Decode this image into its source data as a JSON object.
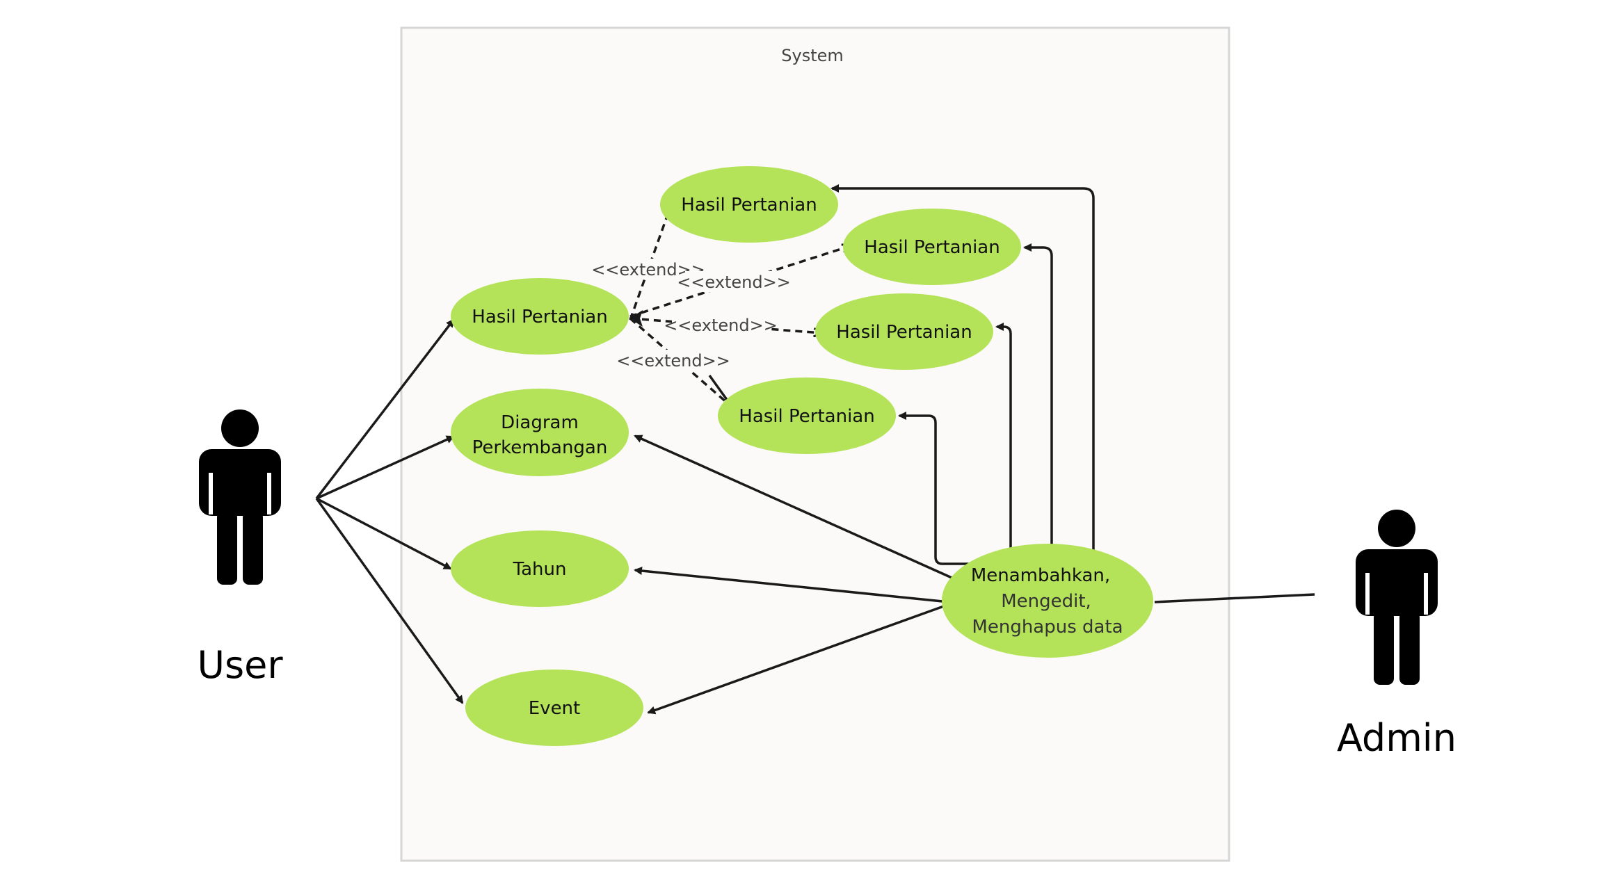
{
  "system": {
    "title": "System"
  },
  "actors": {
    "user": {
      "label": "User"
    },
    "admin": {
      "label": "Admin"
    }
  },
  "use_cases": {
    "hasil_main": {
      "label": "Hasil Pertanian"
    },
    "hasil_1": {
      "label": "Hasil Pertanian"
    },
    "hasil_2": {
      "label": "Hasil Pertanian"
    },
    "hasil_3": {
      "label": "Hasil Pertanian"
    },
    "hasil_4": {
      "label": "Hasil Pertanian"
    },
    "diagram": {
      "line1": "Diagram",
      "line2": "Perkembangan"
    },
    "tahun": {
      "label": "Tahun"
    },
    "event": {
      "label": "Event"
    },
    "crud": {
      "line1": "Menambahkan,",
      "line2": "Mengedit,",
      "line3": "Menghapus  data"
    }
  },
  "relations": {
    "extend_1": "<<extend>>",
    "extend_2": "<<extend>>",
    "extend_3": "<<extend>>",
    "extend_4": "<<extend>>"
  },
  "colors": {
    "use_case_fill": "#b4e35a",
    "system_fill": "#fbfaf8",
    "system_border": "#d6d6d6",
    "line": "#1a1a1a"
  }
}
